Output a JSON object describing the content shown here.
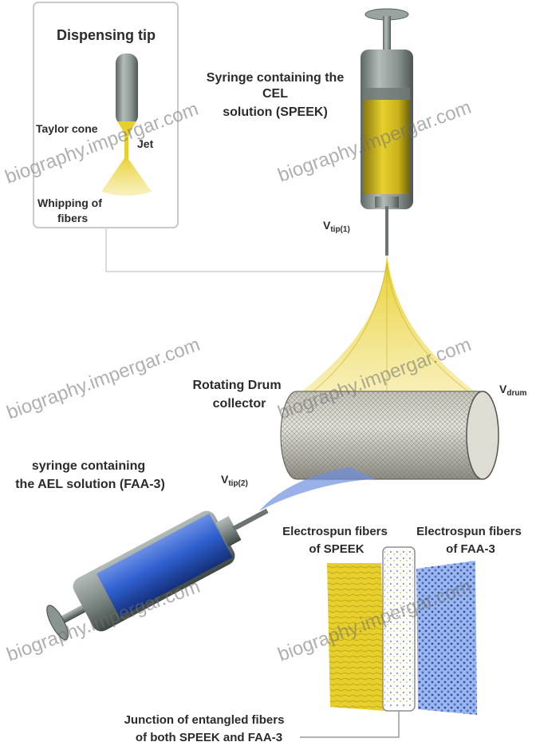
{
  "inset": {
    "title": "Dispensing tip",
    "taylor_cone": "Taylor cone",
    "jet": "Jet",
    "whipping_line1": "Whipping of",
    "whipping_line2": "fibers"
  },
  "syringe_cel": {
    "line1": "Syringe containing the",
    "line2": "CEL",
    "line3": "solution (SPEEK)",
    "voltage_main": "V",
    "voltage_sub": "tip(1)"
  },
  "drum": {
    "line1": "Rotating Drum",
    "line2": "collector",
    "voltage_main": "V",
    "voltage_sub": "drum"
  },
  "syringe_ael": {
    "line1": "syringe containing",
    "line2": "the AEL solution (FAA-3)",
    "voltage_main": "V",
    "voltage_sub": "tip(2)"
  },
  "membrane": {
    "speek_line1": "Electrospun fibers",
    "speek_line2": "of SPEEK",
    "faa_line1": "Electrospun fibers",
    "faa_line2": "of FAA-3",
    "junction_line1": "Junction of entangled fibers",
    "junction_line2": "of both SPEEK and FAA-3"
  },
  "watermark": "biography.impergar.com",
  "colors": {
    "speek_yellow": "#e7cf2c",
    "faa_blue": "#2f5fcf",
    "steel_gray": "#8a9590"
  }
}
